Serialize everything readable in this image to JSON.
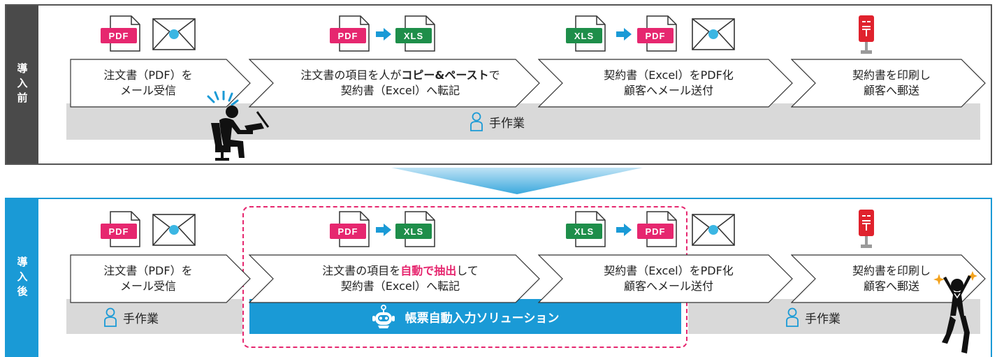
{
  "before": {
    "tab_label": "導入前",
    "steps": [
      {
        "line1": "注文書（PDF）を",
        "line2": "メール受信"
      },
      {
        "line1_pre": "注文書の項目を人が",
        "line1_bold": "コピー&ペースト",
        "line1_post": "で",
        "line2": "契約書（Excel）へ転記"
      },
      {
        "line1": "契約書（Excel）をPDF化",
        "line2": "顧客へメール送付"
      },
      {
        "line1": "契約書を印刷し",
        "line2": "顧客へ郵送"
      }
    ],
    "band_label": "手作業"
  },
  "after": {
    "tab_label": "導入後",
    "steps": [
      {
        "line1": "注文書（PDF）を",
        "line2": "メール受信"
      },
      {
        "line1_pre": "注文書の項目を",
        "line1_red": "自動で抽出",
        "line1_post": "して",
        "line2": "契約書（Excel）へ転記"
      },
      {
        "line1": "契約書（Excel）をPDF化",
        "line2": "顧客へメール送付"
      },
      {
        "line1": "契約書を印刷し",
        "line2": "顧客へ郵送"
      }
    ],
    "band_left_label": "手作業",
    "band_solution_label": "帳票自動入力ソリューション",
    "band_right_label": "手作業"
  },
  "icons": {
    "pdf": "PDF",
    "xls": "XLS",
    "mail": "mail-icon",
    "postbox": "postbox-icon",
    "person": "person-icon",
    "robot": "robot-icon",
    "worker": "stressed-worker-icon",
    "celebrate": "celebrating-person-icon"
  },
  "colors": {
    "accent_pink": "#e6276f",
    "xls_green": "#1e8e4a",
    "brand_blue": "#1a9ad6",
    "dark_tab": "#4a4a4a",
    "band_gray": "#d9d9d9"
  }
}
